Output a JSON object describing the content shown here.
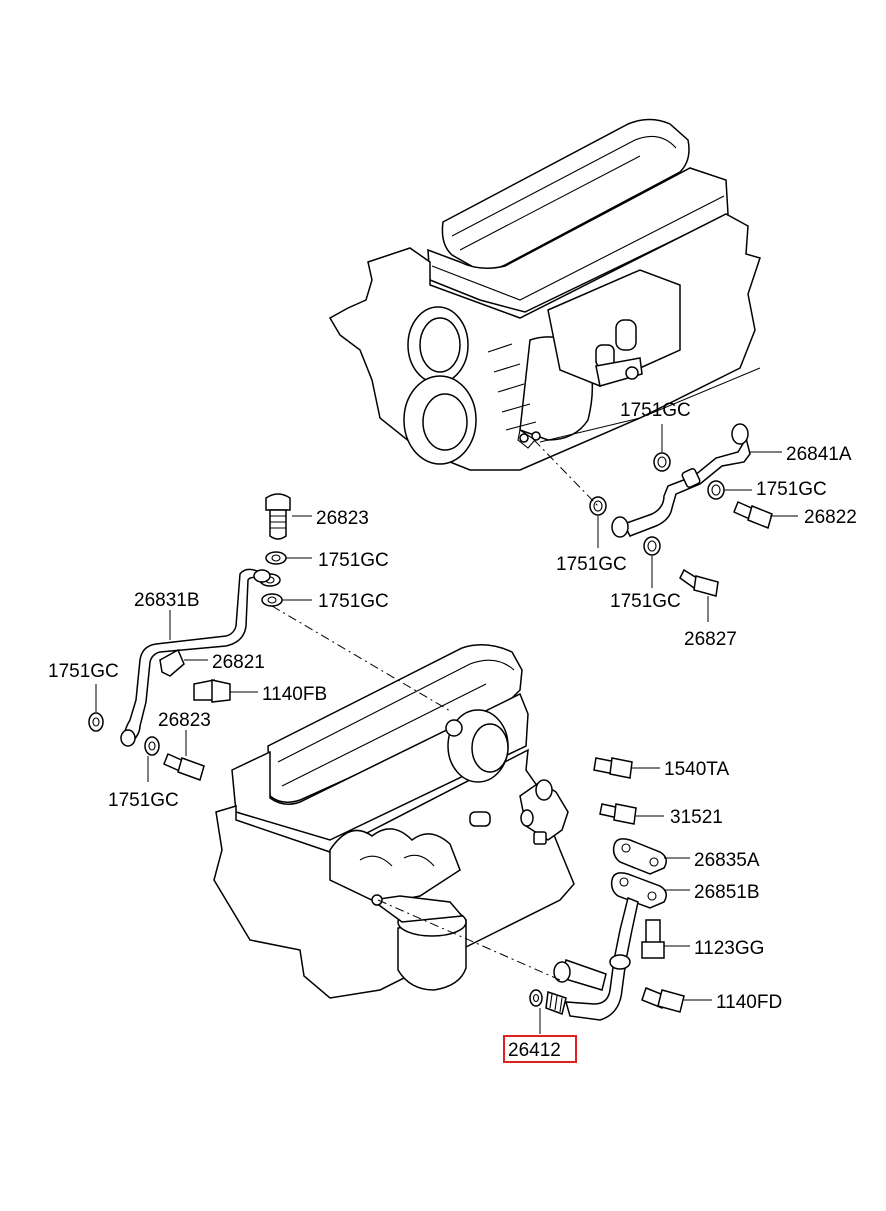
{
  "diagram": {
    "labels": {
      "p1751gc_top": "1751GC",
      "p26841a": "26841A",
      "p1751gc_r2": "1751GC",
      "p26822": "26822",
      "p1751gc_mid": "1751GC",
      "p1751gc_r3": "1751GC",
      "p26827": "26827",
      "p26823_top": "26823",
      "p1751gc_l1": "1751GC",
      "p1751gc_l2": "1751GC",
      "p26831b": "26831B",
      "p26821": "26821",
      "p1751gc_left": "1751GC",
      "p1140fb": "1140FB",
      "p26823_low": "26823",
      "p1751gc_low": "1751GC",
      "p1540ta": "1540TA",
      "p31521": "31521",
      "p26835a": "26835A",
      "p26851b": "26851B",
      "p1123gg": "1123GG",
      "p1140fd": "1140FD",
      "p26412": "26412"
    },
    "highlight_color": "#e0201e",
    "highlighted_part": "26412"
  }
}
